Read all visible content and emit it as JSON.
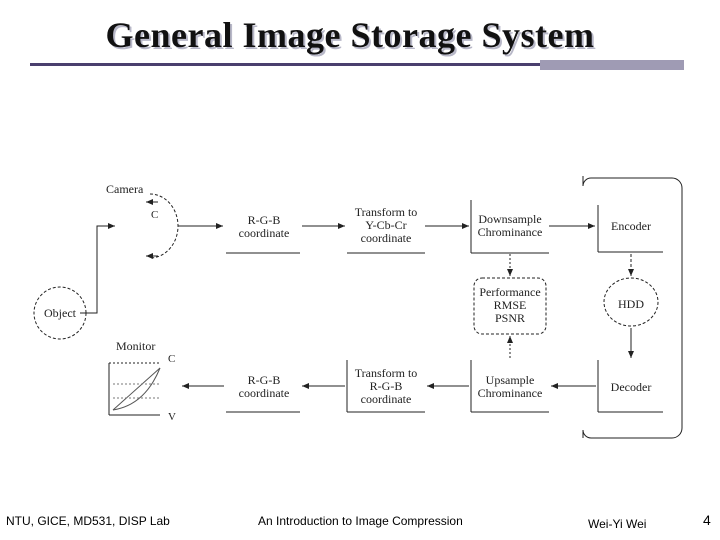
{
  "title": "General Image Storage System",
  "nodes": {
    "camera": "Camera",
    "camera_c": "C",
    "object": "Object",
    "rgb_top": [
      "R-G-B",
      "coordinate"
    ],
    "transform_ycbcr": [
      "Transform to",
      "Y-Cb-Cr",
      "coordinate"
    ],
    "downsample": [
      "Downsample",
      "Chrominance"
    ],
    "encoder": "Encoder",
    "hdd": "HDD",
    "performance": [
      "Performance",
      "RMSE",
      "PSNR"
    ],
    "monitor": "Monitor",
    "monitor_c": "C",
    "monitor_v": "V",
    "rgb_bottom": [
      "R-G-B",
      "coordinate"
    ],
    "transform_rgb": [
      "Transform to",
      "R-G-B",
      "coordinate"
    ],
    "upsample": [
      "Upsample",
      "Chrominance"
    ],
    "decoder": "Decoder"
  },
  "footer": {
    "left": "NTU, GICE, MD531, DISP Lab",
    "center": "An Introduction to Image Compression",
    "author": "Wei-Yi Wei",
    "page": "4"
  }
}
